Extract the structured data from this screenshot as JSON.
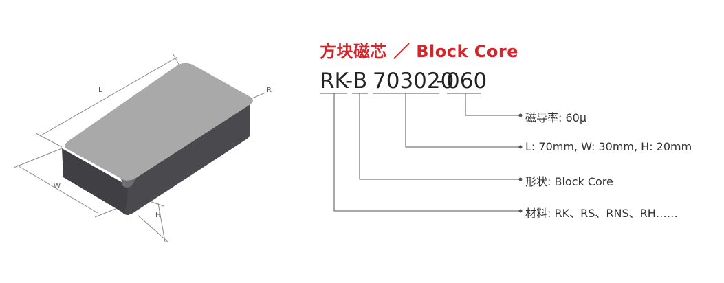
{
  "title": "方块磁芯 ／ Block Core",
  "code": {
    "part1": "RK",
    "sep1": "-",
    "part2": "B",
    "part3": "703020",
    "sep2": "-",
    "part4": "060"
  },
  "specs": [
    {
      "key": "permeability",
      "text": "磁导率: 60μ"
    },
    {
      "key": "dimensions",
      "text": "L: 70mm, W: 30mm, H: 20mm"
    },
    {
      "key": "shape",
      "text": "形状: Block Core"
    },
    {
      "key": "material",
      "text": "材料: RK、RS、RNS、RH……"
    }
  ],
  "dimension_labels": {
    "length": "L",
    "width": "W",
    "height": "H",
    "radius": "R"
  },
  "colors": {
    "title": "#d4262a",
    "top_face": "#a9a9a9",
    "side_face": "#4a4a4e",
    "leader": "#555555"
  }
}
